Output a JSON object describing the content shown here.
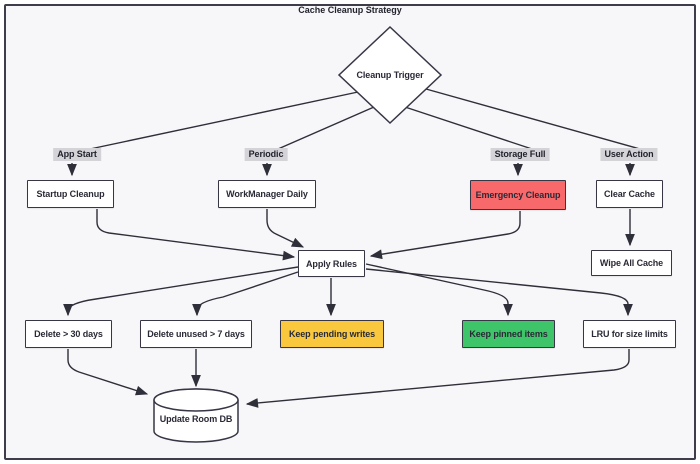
{
  "title": "Cache Cleanup Strategy",
  "colors": {
    "emergency_bg": "#f8696b",
    "pending_bg": "#f9c83d",
    "pinned_bg": "#3ec56a",
    "node_bg": "#ffffff",
    "edge_label_bg": "#d3d3d8",
    "line": "#2f2f3a"
  },
  "nodes": {
    "cleanup_trigger": "Cleanup Trigger",
    "startup_cleanup": "Startup Cleanup",
    "workmanager_daily": "WorkManager Daily",
    "emergency_cleanup": "Emergency Cleanup",
    "clear_cache": "Clear Cache",
    "apply_rules": "Apply Rules",
    "wipe_all_cache": "Wipe All Cache",
    "delete_30": "Delete > 30 days",
    "delete_unused_7": "Delete unused > 7 days",
    "keep_pending": "Keep pending writes",
    "keep_pinned": "Keep pinned items",
    "lru_limits": "LRU for size limits",
    "update_room_db": "Update Room DB"
  },
  "edge_labels": {
    "app_start": "App Start",
    "periodic": "Periodic",
    "storage_full": "Storage Full",
    "user_action": "User Action"
  },
  "edges": [
    {
      "from": "Cleanup Trigger",
      "to": "Startup Cleanup",
      "label": "App Start"
    },
    {
      "from": "Cleanup Trigger",
      "to": "WorkManager Daily",
      "label": "Periodic"
    },
    {
      "from": "Cleanup Trigger",
      "to": "Emergency Cleanup",
      "label": "Storage Full"
    },
    {
      "from": "Cleanup Trigger",
      "to": "Clear Cache",
      "label": "User Action"
    },
    {
      "from": "Startup Cleanup",
      "to": "Apply Rules"
    },
    {
      "from": "WorkManager Daily",
      "to": "Apply Rules"
    },
    {
      "from": "Emergency Cleanup",
      "to": "Apply Rules"
    },
    {
      "from": "Clear Cache",
      "to": "Wipe All Cache"
    },
    {
      "from": "Apply Rules",
      "to": "Delete > 30 days"
    },
    {
      "from": "Apply Rules",
      "to": "Delete unused > 7 days"
    },
    {
      "from": "Apply Rules",
      "to": "Keep pending writes"
    },
    {
      "from": "Apply Rules",
      "to": "Keep pinned items"
    },
    {
      "from": "Apply Rules",
      "to": "LRU for size limits"
    },
    {
      "from": "Delete > 30 days",
      "to": "Update Room DB"
    },
    {
      "from": "Delete unused > 7 days",
      "to": "Update Room DB"
    },
    {
      "from": "LRU for size limits",
      "to": "Update Room DB"
    }
  ]
}
